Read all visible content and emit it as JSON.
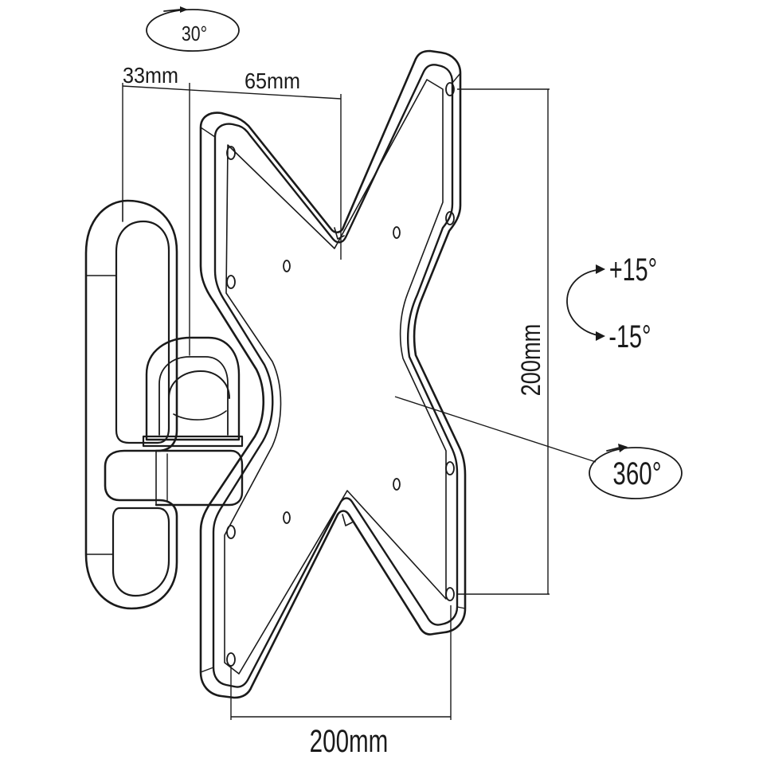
{
  "dimensions": {
    "top_rotation": "30°",
    "wall_depth": "33mm",
    "arm_depth": "65mm",
    "vertical_span": "200mm",
    "horizontal_span": "200mm"
  },
  "tilt": {
    "up": "+15°",
    "down": "-15°"
  },
  "rotation": "360°",
  "colors": {
    "line": "#1a1a1a",
    "background": "#ffffff"
  }
}
